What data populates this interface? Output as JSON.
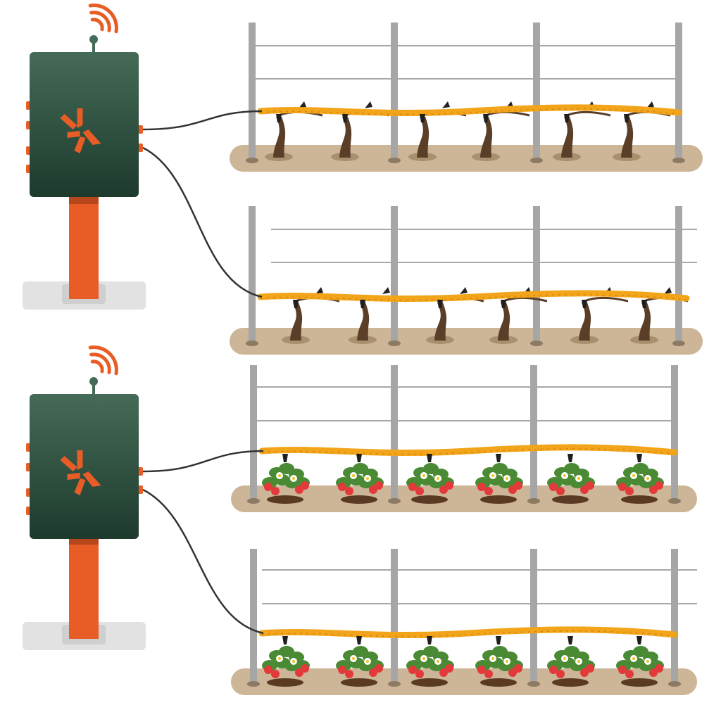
{
  "colors": {
    "controller_top": "#456b58",
    "controller_bottom": "#1d3a2c",
    "accent": "#e85d26",
    "post": "#a6a6a6",
    "wire": "#8a8a8a",
    "soil": "#cdb597",
    "hose": "#f2a51a",
    "hose_dark": "#d9860f",
    "trunk": "#5a3e28",
    "leaf": "#4a8a34",
    "berry": "#e23a3a",
    "cable": "#333333",
    "pad": "#e2e2e2"
  },
  "icons": [
    "wifi-signal-icon",
    "brand-logo-icon",
    "dripper-icon",
    "strawberry-plant-icon",
    "grapevine-icon"
  ],
  "controllers": [
    {
      "id": "controller-1",
      "rows": [
        "row-1",
        "row-2"
      ]
    },
    {
      "id": "controller-2",
      "rows": [
        "row-3",
        "row-4"
      ]
    }
  ],
  "rows": [
    {
      "id": "row-1",
      "crop": "grapevine",
      "plants": 6,
      "controller": "controller-1"
    },
    {
      "id": "row-2",
      "crop": "grapevine",
      "plants": 6,
      "controller": "controller-1"
    },
    {
      "id": "row-3",
      "crop": "strawberry",
      "plants": 6,
      "controller": "controller-2"
    },
    {
      "id": "row-4",
      "crop": "strawberry",
      "plants": 6,
      "controller": "controller-2"
    }
  ]
}
